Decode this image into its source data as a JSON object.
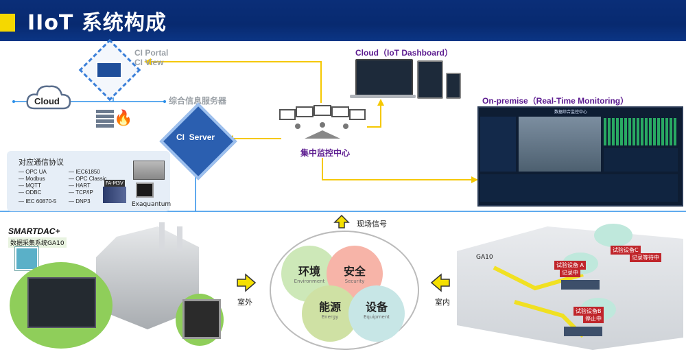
{
  "header": {
    "title": "IIoT 系统构成"
  },
  "top": {
    "ci_portal": "CI Portal",
    "ci_view": "CI View",
    "cloud": "Cloud",
    "info_server": "综合信息服务器",
    "ci_server": "CI  Server",
    "cloud_dashboard": "Cloud（IoT Dashboard）",
    "central_monitor": "集中监控中心",
    "onprem": "On-premise（Real-Time Monitoring）",
    "onprem_screen_title": "数据综合监控中心"
  },
  "protocols": {
    "title": "对应通信协议",
    "left": [
      "— OPC UA",
      "— Modbus",
      "— MQTT",
      "— ODBC",
      "— IEC 60870-5"
    ],
    "right": [
      "— IEC61850",
      "— OPC Classic",
      "— HART",
      "— TCP/IP",
      "— DNP3"
    ],
    "device1": "FA-M3V",
    "device2": "Exaquantum"
  },
  "bottom": {
    "brand": "SMARTDAC+",
    "ga10_label": "数据采集系统GA10",
    "field_signal": "现场信号",
    "outdoor": "室外",
    "indoor": "室内",
    "ga10_room": "GA10",
    "equip_a": "试验设备 A",
    "rec_a": "记录中",
    "equip_b": "试验设备B",
    "rec_b": "停止中",
    "equip_c": "试验设备C",
    "rec_c": "记录等待中"
  },
  "categories": [
    {
      "cn": "环境",
      "en": "Environment",
      "color": "#cde8b8"
    },
    {
      "cn": "安全",
      "en": "Security",
      "color": "#f7b4a8"
    },
    {
      "cn": "能源",
      "en": "Energy",
      "color": "#cfe1a4"
    },
    {
      "cn": "设备",
      "en": "Equipment",
      "color": "#c7e6e6"
    }
  ],
  "colors": {
    "header": "#082a70",
    "accent": "#f5d800",
    "line_blue": "#2a8ee8",
    "line_yellow": "#f5c800",
    "diamond": "#1d65c8"
  }
}
